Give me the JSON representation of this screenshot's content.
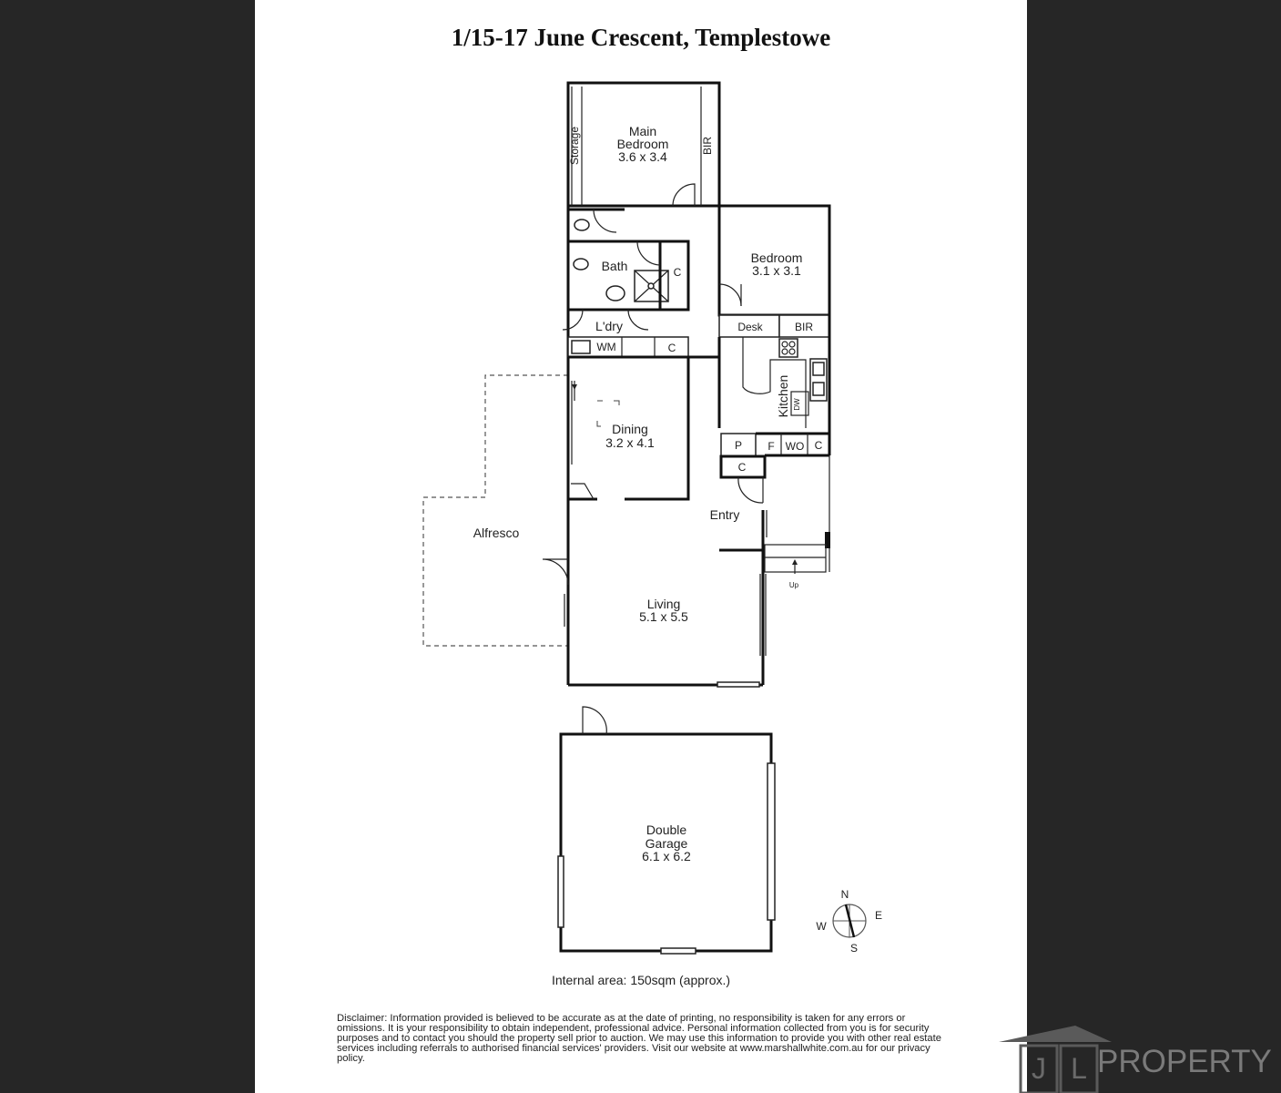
{
  "title": "1/15-17 June Crescent, Templestowe",
  "rooms": {
    "main_bedroom": {
      "name_line1": "Main",
      "name_line2": "Bedroom",
      "size": "3.6 x 3.4"
    },
    "bedroom": {
      "name": "Bedroom",
      "size": "3.1 x 3.1"
    },
    "bath": "Bath",
    "laundry": "L'dry",
    "dining": {
      "name": "Dining",
      "size": "3.2 x 4.1"
    },
    "kitchen": "Kitchen",
    "entry": "Entry",
    "alfresco": "Alfresco",
    "living": {
      "name": "Living",
      "size": "5.1 x 5.5"
    },
    "garage": {
      "name_line1": "Double",
      "name_line2": "Garage",
      "size": "6.1 x 6.2"
    }
  },
  "fixtures": {
    "storage": "Storage",
    "bir_main": "BIR",
    "cupboard_bath": "C",
    "desk": "Desk",
    "bir_bedroom": "BIR",
    "wm": "WM",
    "cupboard_laundry": "C",
    "dw": "DW",
    "pantry": "P",
    "fridge": "F",
    "wall_oven": "WO",
    "cupboard_kitchen": "C",
    "cupboard_entry": "C",
    "stairs_up": "Up"
  },
  "compass": {
    "n": "N",
    "e": "E",
    "s": "S",
    "w": "W"
  },
  "internal_area": "Internal area: 150sqm (approx.)",
  "disclaimer": "Disclaimer: Information provided is believed to be accurate as at the date of printing, no responsibility is taken for any errors or omissions. It is your responsibility to obtain independent, professional advice. Personal information collected from you is for security purposes and to contact you should the property sell prior to auction. We may use this information to provide you with other real estate services including referrals to authorised financial services' providers. Visit our website at www.marshallwhite.com.au for our privacy policy.",
  "logo": {
    "initials": "JL",
    "word": "PROPERTY",
    "color": "#7a7a7a"
  }
}
